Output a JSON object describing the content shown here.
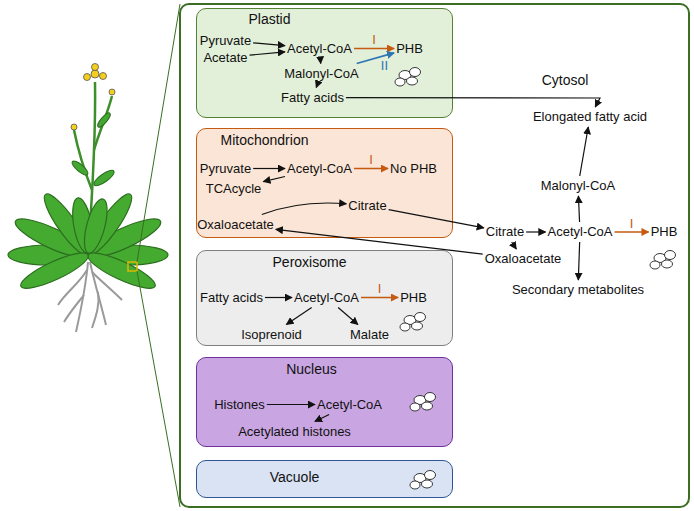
{
  "diagram": {
    "nodes": [
      {
        "text": [
          "Cytosol"
        ]
      },
      {
        "text": [
          "Plastid"
        ],
        "in": 0
      },
      {
        "text": [
          "Pyruvate"
        ],
        "in": 1
      },
      {
        "text": [
          "Acetate"
        ],
        "in": 1
      },
      {
        "text": [
          "Acetyl-CoA"
        ],
        "in": 1
      },
      {
        "text": [
          "PHB"
        ],
        "in": 1
      },
      {
        "text": [
          "Malonyl-CoA"
        ],
        "in": 1
      },
      {
        "text": [
          "Fatty acids"
        ],
        "in": 1
      },
      {
        "text": [
          "Mitochondrion"
        ],
        "in": 0
      },
      {
        "text": [
          "Pyruvate"
        ],
        "in": 8
      },
      {
        "text": [
          "Acetyl-CoA"
        ],
        "in": 8
      },
      {
        "text": [
          "No PHB"
        ],
        "in": 8
      },
      {
        "text": [
          "TCAcycle"
        ],
        "in": 8
      },
      {
        "text": [
          "Citrate"
        ],
        "in": 8
      },
      {
        "text": [
          "Oxaloacetate"
        ],
        "in": 8
      },
      {
        "text": [
          "Peroxisome"
        ],
        "in": 0
      },
      {
        "text": [
          "Fatty acids"
        ],
        "in": 15
      },
      {
        "text": [
          "Acetyl-CoA"
        ],
        "in": 15
      },
      {
        "text": [
          "PHB"
        ],
        "in": 15
      },
      {
        "text": [
          "Isoprenoid"
        ],
        "in": 15
      },
      {
        "text": [
          "Malate"
        ],
        "in": 15
      },
      {
        "text": [
          "Nucleus"
        ],
        "in": 0
      },
      {
        "text": [
          "Histones"
        ],
        "in": 21
      },
      {
        "text": [
          "Acetyl-CoA"
        ],
        "in": 21
      },
      {
        "text": [
          "Acetylated histones"
        ],
        "in": 21
      },
      {
        "text": [
          "Vacuole"
        ],
        "in": 0
      },
      {
        "text": [
          "Elongated fatty acid"
        ],
        "in": 0
      },
      {
        "text": [
          "Malonyl-CoA"
        ],
        "in": 0
      },
      {
        "text": [
          "Citrate"
        ],
        "in": 0
      },
      {
        "text": [
          "Acetyl-CoA"
        ],
        "in": 0
      },
      {
        "text": [
          "Oxaloacetate"
        ],
        "in": 0
      },
      {
        "text": [
          "PHB"
        ],
        "in": 0
      },
      {
        "text": [
          "Secondary metabolites"
        ],
        "in": 0
      }
    ],
    "edges": [
      {
        "from": 2,
        "to": 4,
        "arrow": "to"
      },
      {
        "from": 3,
        "to": 4,
        "arrow": "to"
      },
      {
        "from": 4,
        "to": 5,
        "label": "I",
        "arrow": "to"
      },
      {
        "from": 4,
        "to": 6,
        "arrow": "to"
      },
      {
        "from": 6,
        "to": 5,
        "label": "II",
        "arrow": "to"
      },
      {
        "from": 6,
        "to": 7,
        "arrow": "to"
      },
      {
        "from": 7,
        "to": 26,
        "arrow": "to"
      },
      {
        "from": 9,
        "to": 10,
        "arrow": "to"
      },
      {
        "from": 10,
        "to": 11,
        "label": "I",
        "arrow": "to"
      },
      {
        "from": 10,
        "to": 12,
        "arrow": "to"
      },
      {
        "from": 14,
        "to": 13,
        "arrow": "to"
      },
      {
        "from": 13,
        "to": 28,
        "arrow": "to"
      },
      {
        "from": 28,
        "to": 29,
        "arrow": "to"
      },
      {
        "from": 28,
        "to": 30,
        "arrow": "to"
      },
      {
        "from": 30,
        "to": 14,
        "arrow": "to"
      },
      {
        "from": 29,
        "to": 27,
        "arrow": "to"
      },
      {
        "from": 27,
        "to": 26,
        "arrow": "to"
      },
      {
        "from": 29,
        "to": 31,
        "label": "I",
        "arrow": "to"
      },
      {
        "from": 29,
        "to": 32,
        "arrow": "to"
      },
      {
        "from": 16,
        "to": 17,
        "arrow": "to"
      },
      {
        "from": 17,
        "to": 18,
        "label": "I",
        "arrow": "to"
      },
      {
        "from": 17,
        "to": 19,
        "arrow": "to"
      },
      {
        "from": 17,
        "to": 20,
        "arrow": "to"
      },
      {
        "from": 22,
        "to": 23,
        "arrow": "to"
      },
      {
        "from": 23,
        "to": 24,
        "arrow": "to"
      }
    ]
  }
}
